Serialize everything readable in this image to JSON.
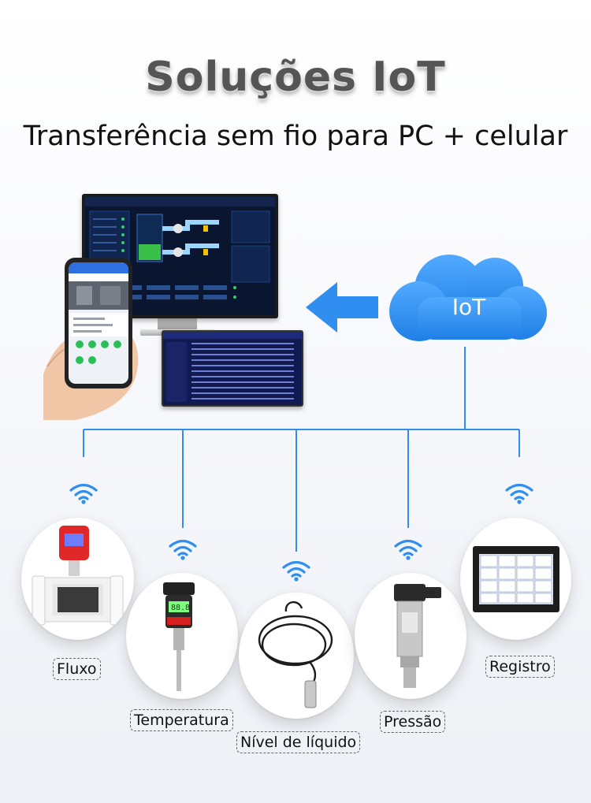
{
  "header": {
    "title": "Soluções IoT",
    "subtitle": "Transferência sem fio para PC + celular"
  },
  "cloud": {
    "label": "IoT",
    "color": "#2f8ef0"
  },
  "accent_color": "#2f8ef0",
  "devices": [
    {
      "label": "Fluxo"
    },
    {
      "label": "Temperatura"
    },
    {
      "label": "Nível de líquido"
    },
    {
      "label": "Pressão"
    },
    {
      "label": "Registro"
    }
  ],
  "icons": [
    "cloud-icon",
    "arrow-left-icon",
    "wifi-icon"
  ]
}
